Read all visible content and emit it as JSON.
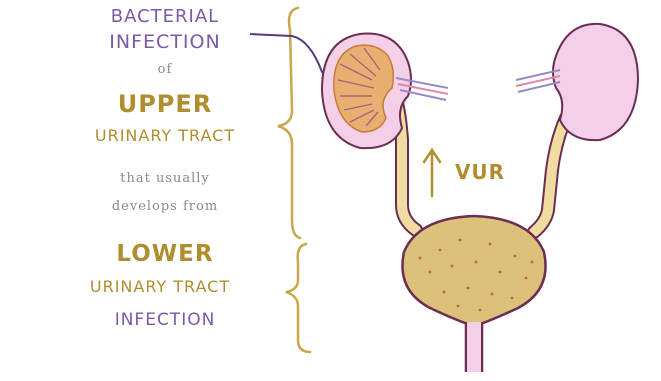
{
  "labels": {
    "line1": "BACTERIAL",
    "line2": "INFECTION",
    "of": "of",
    "upper": "UPPER",
    "upper_tract": "URINARY TRACT",
    "that_usually": "that usually",
    "develops_from": "develops from",
    "lower": "LOWER",
    "lower_tract": "URINARY TRACT",
    "infection": "INFECTION",
    "vur": "VUR"
  },
  "colors": {
    "purple_text": "#7a5aa8",
    "gold_text": "#b08d2e",
    "kidney_fill": "#f3cfe8",
    "kidney_inner": "#e8b070",
    "ureter": "#f0dca0",
    "bladder": "#dcc17a",
    "outline": "#6b2d52",
    "bracket": "#c9a84a"
  }
}
